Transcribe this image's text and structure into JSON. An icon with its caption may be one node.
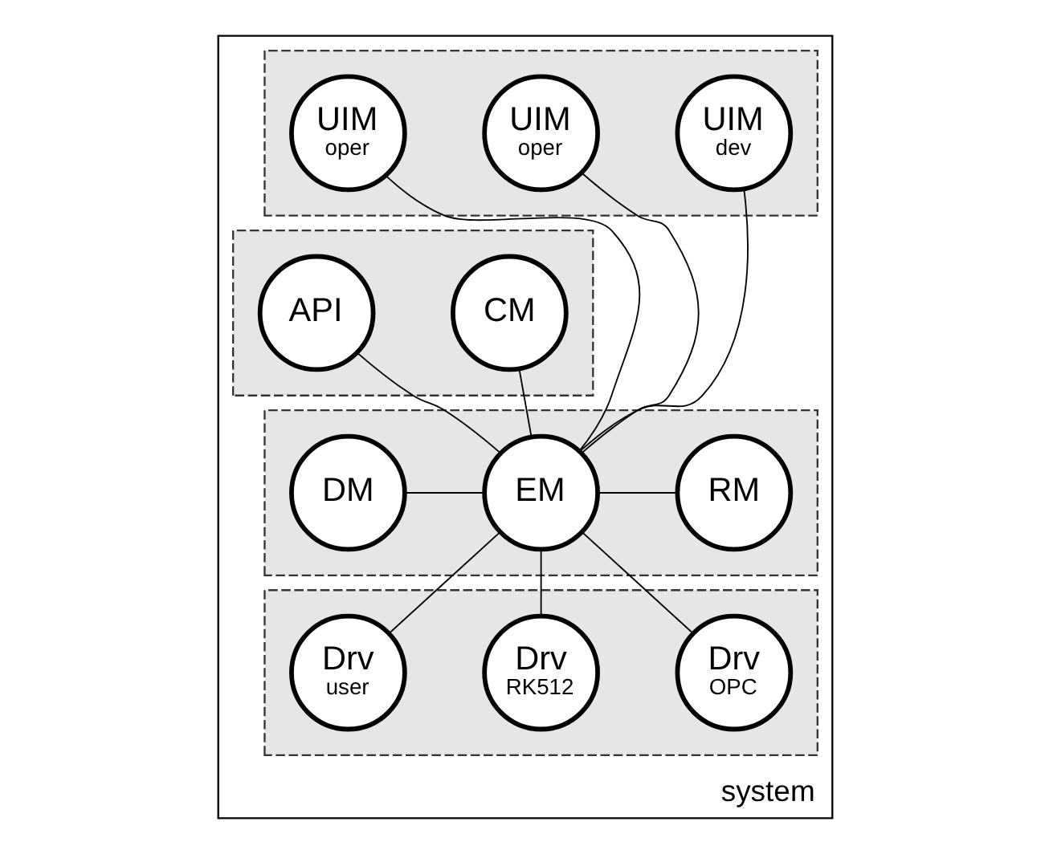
{
  "diagram": {
    "nodes": [
      {
        "text": [
          "system"
        ]
      },
      {
        "text": [],
        "shape": "box",
        "in": 0
      },
      {
        "text": [
          "UIM",
          "oper"
        ],
        "in": 1
      },
      {
        "text": [
          "UIM",
          "oper"
        ],
        "in": 1
      },
      {
        "text": [
          "UIM",
          "dev"
        ],
        "in": 1
      },
      {
        "text": [],
        "shape": "box",
        "in": 0
      },
      {
        "text": [
          "CM"
        ],
        "in": 5
      },
      {
        "text": [
          "API"
        ],
        "in": 5
      },
      {
        "text": [],
        "shape": "box",
        "in": 0
      },
      {
        "text": [
          "DM"
        ],
        "in": 8
      },
      {
        "text": [
          "EM"
        ],
        "in": 8
      },
      {
        "text": [
          "RM"
        ],
        "in": 8
      },
      {
        "text": [],
        "shape": "box",
        "in": 0
      },
      {
        "text": [
          "Drv",
          "OPC"
        ],
        "in": 12
      },
      {
        "text": [
          "Drv",
          "RK512"
        ],
        "in": 12
      },
      {
        "text": [
          "Drv",
          "user"
        ],
        "in": 12
      }
    ],
    "edges": [
      {
        "from": 2,
        "to": 10,
        "arrow": "none"
      },
      {
        "from": 3,
        "to": 10,
        "arrow": "none"
      },
      {
        "from": 4,
        "to": 10,
        "arrow": "none"
      },
      {
        "from": 6,
        "to": 10,
        "arrow": "none"
      },
      {
        "from": 7,
        "to": 10,
        "arrow": "none"
      },
      {
        "from": 9,
        "to": 10,
        "arrow": "none"
      },
      {
        "from": 10,
        "to": 11,
        "arrow": "none"
      },
      {
        "from": 10,
        "to": 13,
        "arrow": "none"
      },
      {
        "from": 10,
        "to": 14,
        "arrow": "none"
      },
      {
        "from": 10,
        "to": 15,
        "arrow": "none"
      }
    ]
  }
}
